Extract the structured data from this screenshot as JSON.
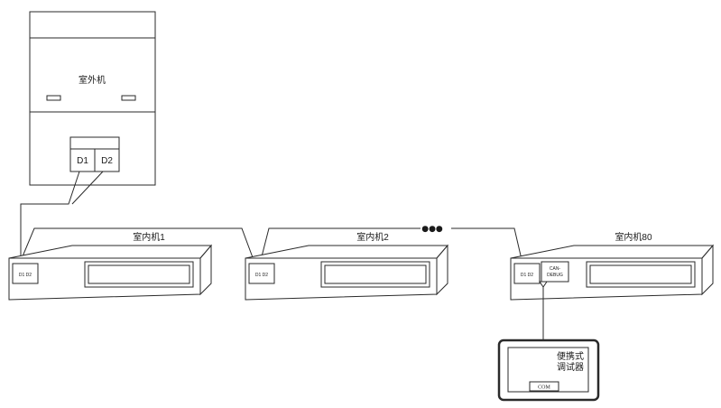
{
  "outdoor_unit": {
    "label": "室外机",
    "terminals": [
      "D1",
      "D2"
    ]
  },
  "indoor_units": [
    {
      "label": "室内机1",
      "terminal": "D1 D2"
    },
    {
      "label": "室内机2",
      "terminal": "D1 D2"
    },
    {
      "label": "室内机80",
      "terminal": "D1 D2",
      "debug_port": [
        "CAN-",
        "DEBUG"
      ]
    }
  ],
  "bus_ellipsis": "●●●",
  "debugger": {
    "label_lines": [
      "便携式",
      "调试器"
    ],
    "port": "COM"
  }
}
